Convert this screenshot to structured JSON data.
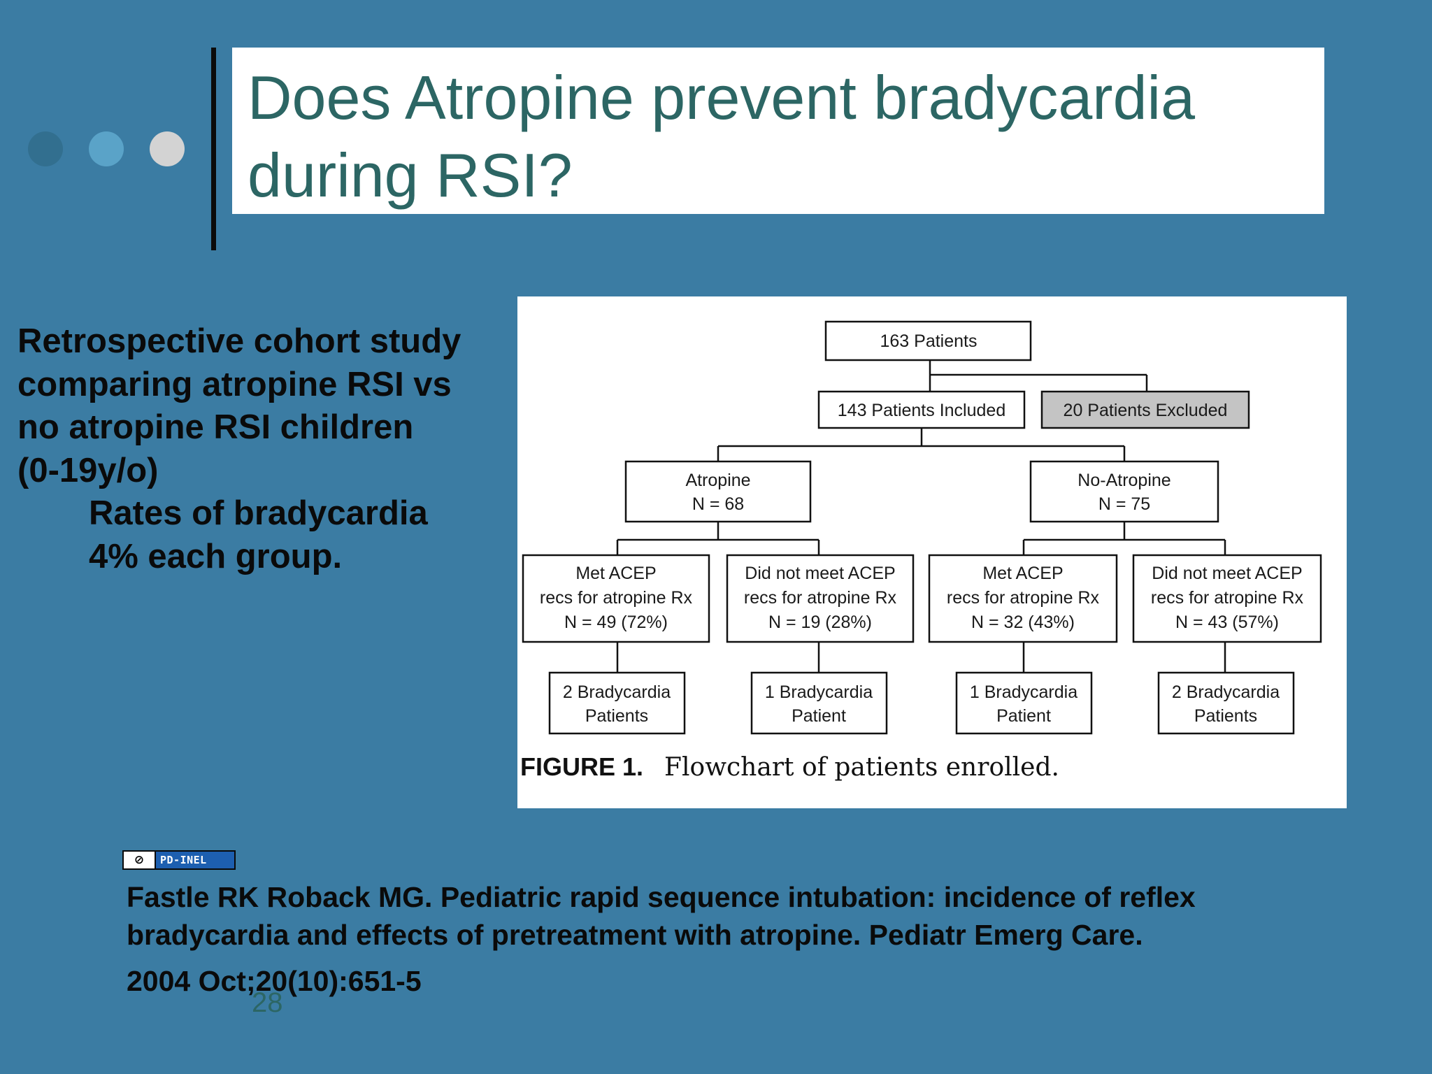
{
  "slide": {
    "title": "Does Atropine prevent bradycardia during RSI?",
    "body_lines": [
      "Retrospective cohort study",
      "comparing atropine RSI vs",
      "no atropine RSI children",
      "(0-19y/o)"
    ],
    "sub_lines": [
      "Rates of bradycardia",
      "4% each group."
    ],
    "slide_number": "28",
    "license_badge": "PD-INEL",
    "citation": {
      "line1": "Fastle RK Roback MG.  Pediatric rapid sequence intubation: incidence of reflex",
      "line2": "bradycardia and effects of pretreatment with atropine. Pediatr Emerg Care.",
      "line3": "2004 Oct;20(10):651-5"
    }
  },
  "figure": {
    "caption_label": "FIGURE 1.",
    "caption_text": "Flowchart of patients enrolled.",
    "nodes": {
      "total": [
        "163 Patients"
      ],
      "included": [
        "143 Patients Included"
      ],
      "excluded": [
        "20 Patients Excluded"
      ],
      "atropine": [
        "Atropine",
        "N = 68"
      ],
      "no_atropine": [
        "No-Atropine",
        "N = 75"
      ],
      "atropine_met": [
        "Met ACEP",
        "recs for atropine Rx",
        "N = 49 (72%)"
      ],
      "atropine_not_met": [
        "Did not meet ACEP",
        "recs for atropine Rx",
        "N = 19 (28%)"
      ],
      "no_atropine_met": [
        "Met ACEP",
        "recs for atropine Rx",
        "N = 32 (43%)"
      ],
      "no_atropine_not_met": [
        "Did not meet ACEP",
        "recs for atropine Rx",
        "N = 43 (57%)"
      ],
      "outcome_1": [
        "2 Bradycardia",
        "Patients"
      ],
      "outcome_2": [
        "1 Bradycardia",
        "Patient"
      ],
      "outcome_3": [
        "1 Bradycardia",
        "Patient"
      ],
      "outcome_4": [
        "2 Bradycardia",
        "Patients"
      ]
    }
  }
}
